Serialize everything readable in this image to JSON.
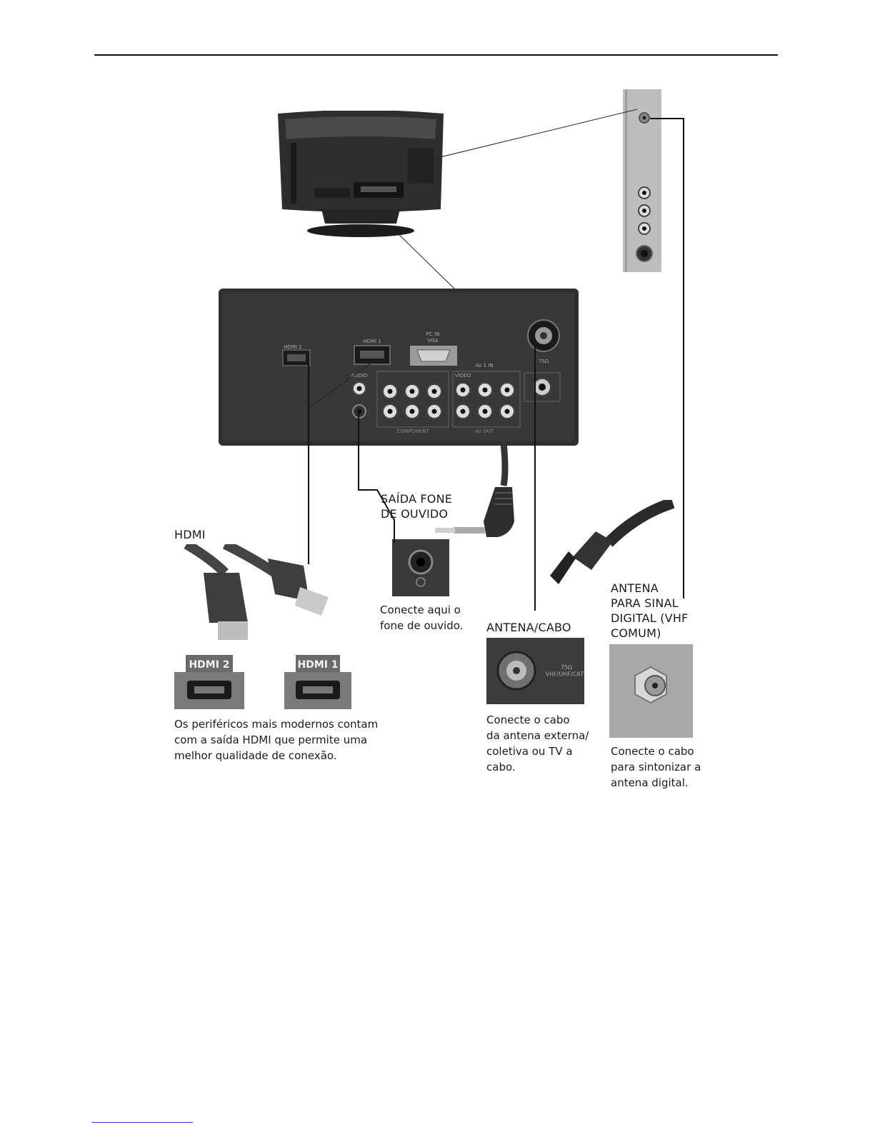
{
  "labels": {
    "hdmi": "HDMI",
    "saida_fone": "SAÍDA FONE\nDE OUVIDO",
    "antena_cabo": "ANTENA/CABO",
    "antena_digital": "ANTENA\nPARA SINAL\nDIGITAL (VHF\nCOMUM)"
  },
  "captions": {
    "hdmi": "Os periféricos mais modernos contam\ncom a saída HDMI que permite uma\nmelhor qualidade de conexão.",
    "fone": "Conecte aqui o\nfone de ouvido.",
    "antena_cabo": "Conecte o cabo\nda antena externa/\ncoletiva ou TV a\ncabo.",
    "antena_digital": "Conecte o cabo\npara sintonizar a\nantena digital."
  },
  "panel_labels": {
    "hdmi2": "HDMI 2",
    "hdmi1": "HDMI 1",
    "pc_in": "PC IN",
    "vga": "VGA",
    "audio": "AUDIO",
    "av1_in": "AV 1 IN",
    "video": "VIDEO",
    "component": "COMPONENT",
    "av_out": "AV OUT",
    "rf": "75Ω"
  },
  "port_badges": {
    "hdmi2": "HDMI 2",
    "hdmi1": "HDMI 1",
    "rf_text": "75Ω\nVHF/UHF/CATV"
  }
}
